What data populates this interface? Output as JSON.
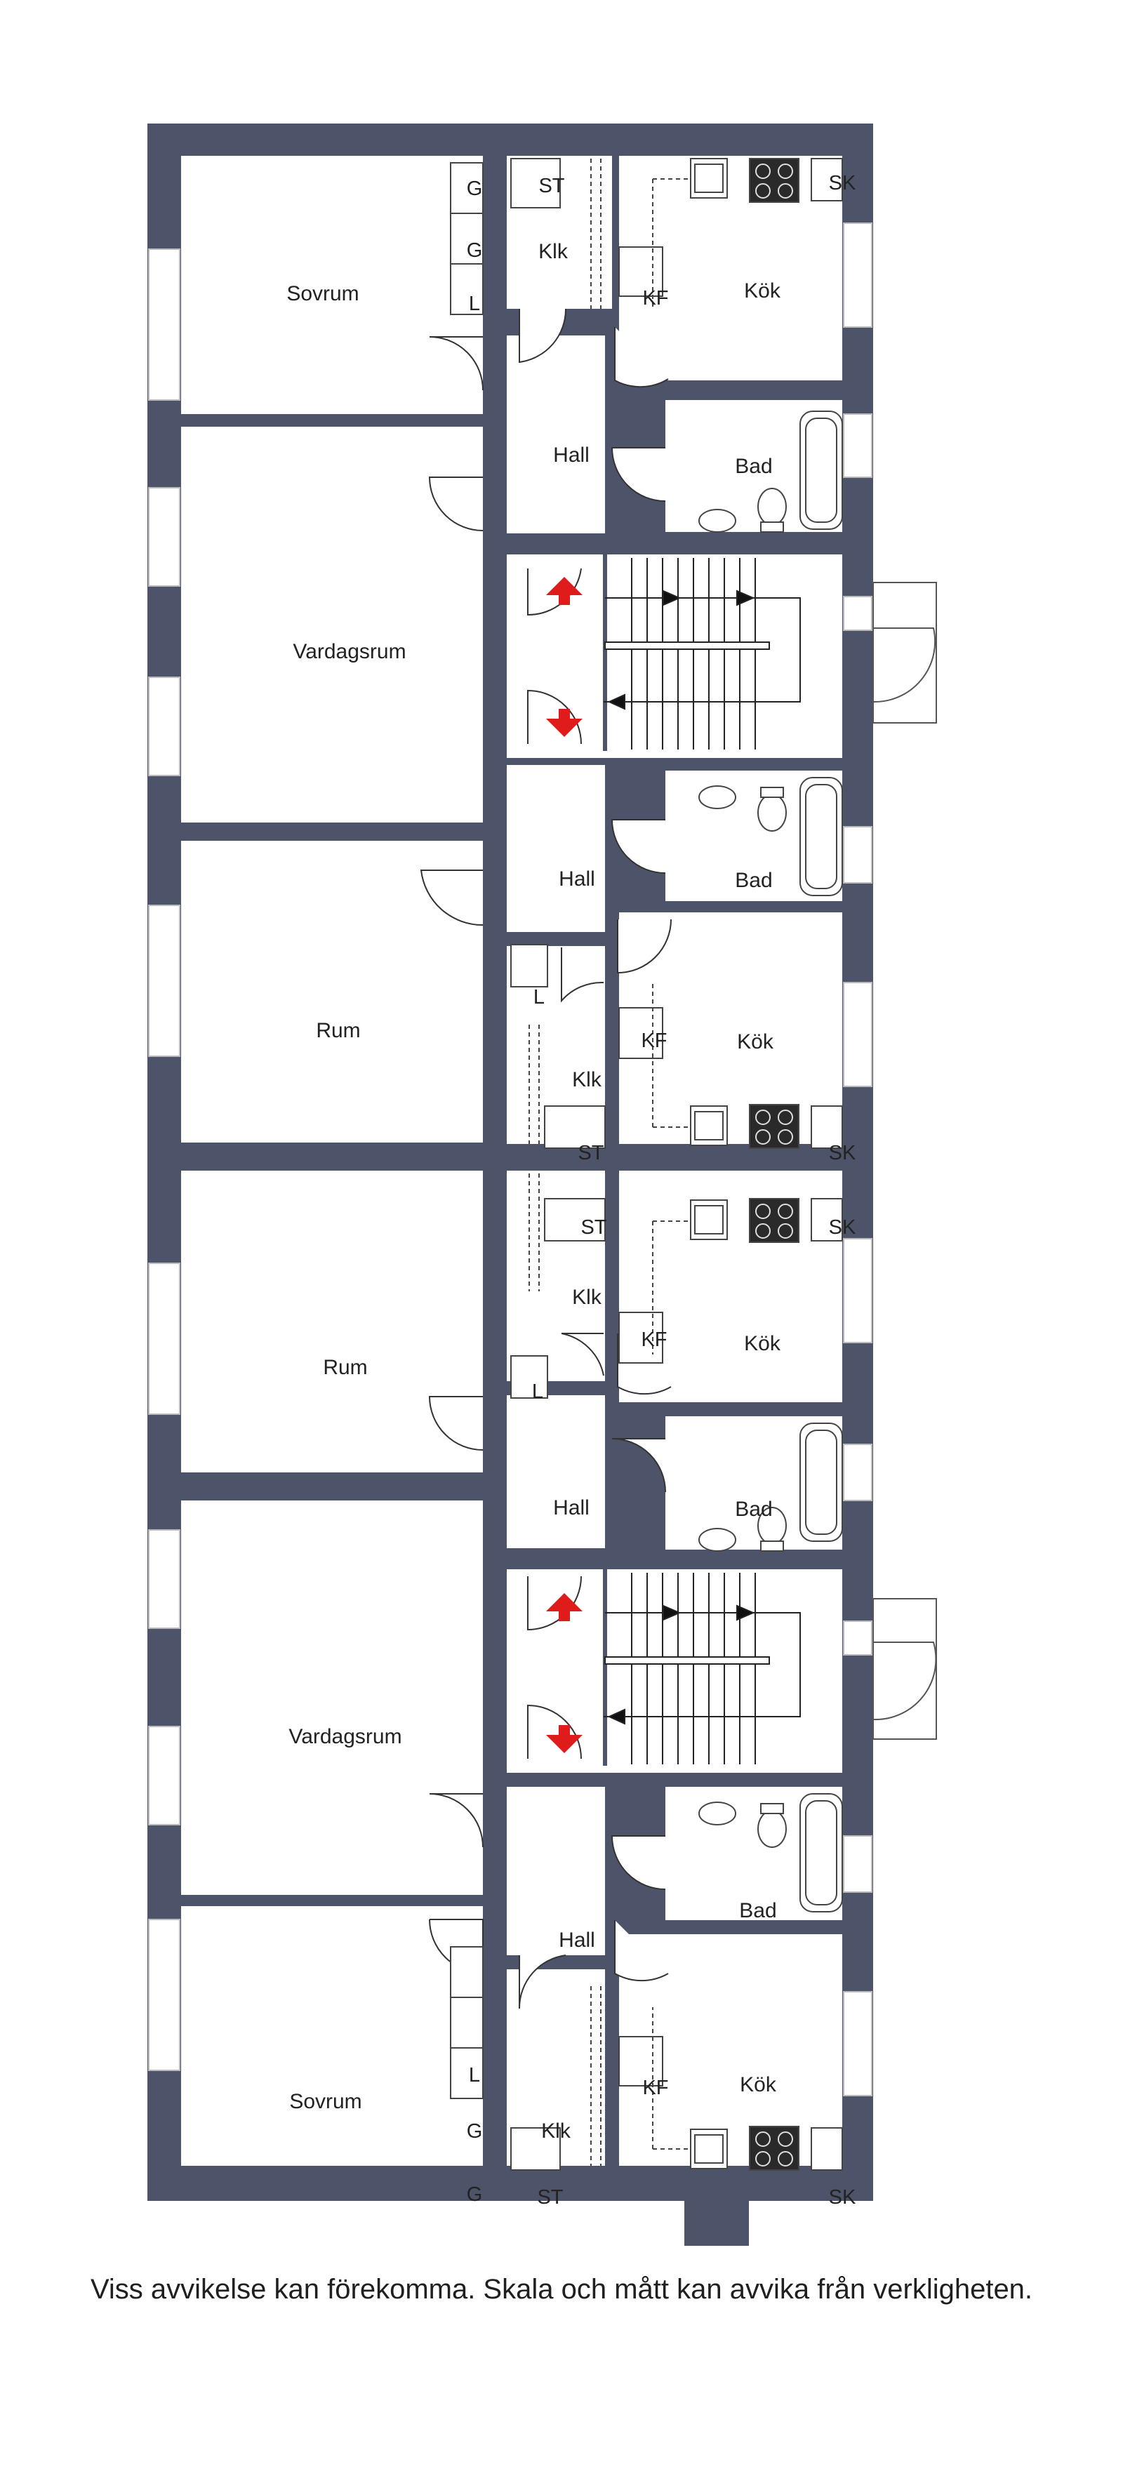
{
  "rooms": {
    "sovrum": "Sovrum",
    "vardagsrum": "Vardagsrum",
    "rum": "Rum",
    "kok": "Kök",
    "bad": "Bad",
    "hall": "Hall",
    "klk": "Klk"
  },
  "fixtures": {
    "st": "ST",
    "sk": "SK",
    "kf": "KF",
    "g": "G",
    "l": "L"
  },
  "colors": {
    "wall": "#4d5469",
    "arrow": "#e01b1b"
  },
  "disclaimer": "Viss avvikelse kan förekomma. Skala och mått kan avvika från verkligheten."
}
